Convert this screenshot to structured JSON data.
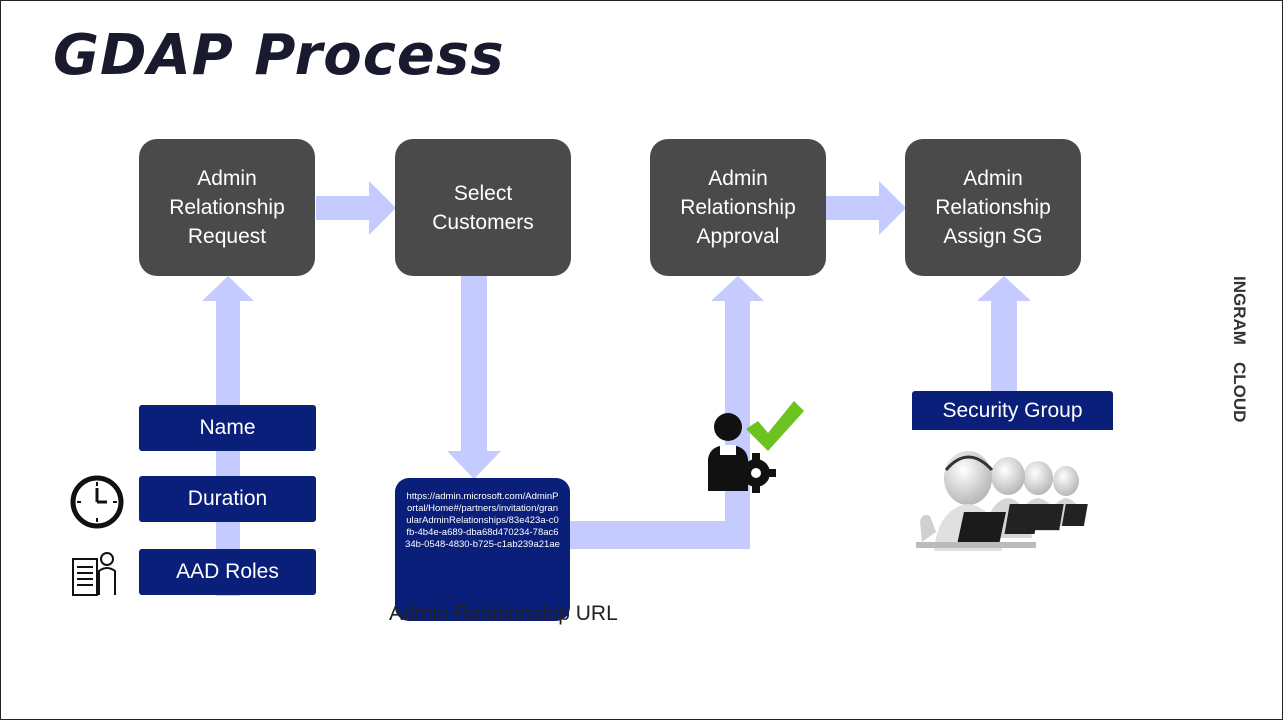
{
  "title": "GDAP Process",
  "steps": [
    {
      "label": "Admin\nRelationship\nRequest"
    },
    {
      "label": "Select\nCustomers"
    },
    {
      "label": "Admin\nRelationship\nApproval"
    },
    {
      "label": "Admin\nRelationship\nAssign SG"
    }
  ],
  "inputs": {
    "name": "Name",
    "duration": "Duration",
    "roles": "AAD Roles"
  },
  "url_box": {
    "text": "https://admin.microsoft.com/AdminPortal/Home#/partners/invitation/granularAdminRelationships/83e423a-c0fb-4b4e-a689-dba68d470234-78ac634b-0548-4830-b725-c1ab239a21ae",
    "caption": "Admin Relationship URL"
  },
  "security_group": "Security Group",
  "logo": {
    "text": "INGRAM CLOUD"
  },
  "colors": {
    "step_box": "#4a4a4a",
    "tag": "#0a1f7a",
    "arrow": "#c5caff",
    "check": "#6cc21e"
  }
}
